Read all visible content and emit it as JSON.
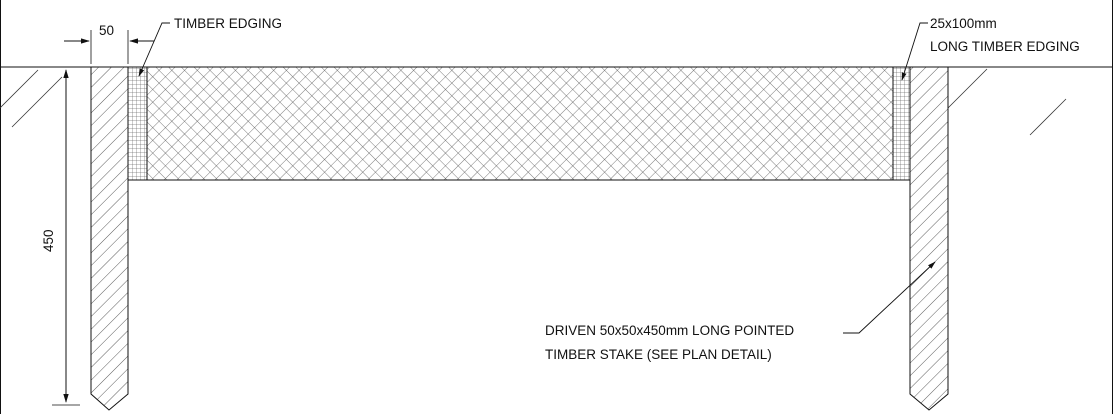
{
  "labels": {
    "dim_width": "50",
    "dim_depth": "450",
    "timber_edging": "TIMBER EDGING",
    "edging_size_line1": "25x100mm",
    "edging_size_line2": "LONG TIMBER EDGING",
    "stake_line1": "DRIVEN 50x50x450mm LONG POINTED",
    "stake_line2": "TIMBER STAKE (SEE PLAN DETAIL)"
  },
  "colors": {
    "line": "#111111",
    "hatch": "#333333",
    "background": "#ffffff"
  }
}
